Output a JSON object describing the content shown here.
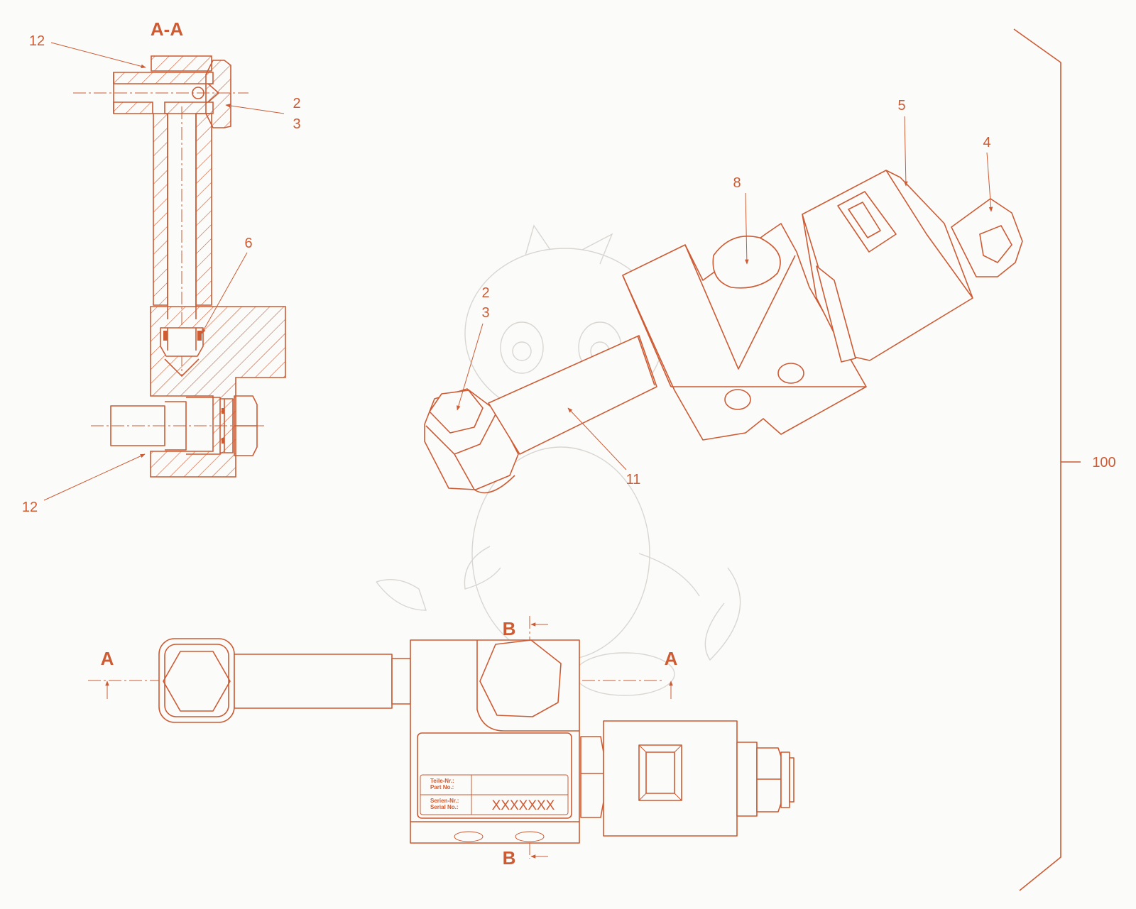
{
  "colors": {
    "line": "#cd5b33",
    "background": "#fbfbfa",
    "watermark": "#d9d6d2"
  },
  "section_views": {
    "a_a_title": "A-A",
    "a_left": "A",
    "a_right": "A",
    "b_top": "B",
    "b_bottom": "B"
  },
  "callouts": {
    "a_a_12_top": "12",
    "a_a_2": "2",
    "a_a_3": "3",
    "a_a_6": "6",
    "a_a_12_bottom": "12",
    "iso_2": "2",
    "iso_3": "3",
    "iso_11": "11",
    "iso_8": "8",
    "iso_5": "5",
    "iso_4": "4",
    "assembly_100": "100"
  },
  "nameplate": {
    "part_no_de": "Teile-Nr.:",
    "part_no_en": "Part No.:",
    "serial_no_de": "Serien-Nr.:",
    "serial_no_en": "Serial No.:",
    "serial_value": "XXXXXXX"
  }
}
